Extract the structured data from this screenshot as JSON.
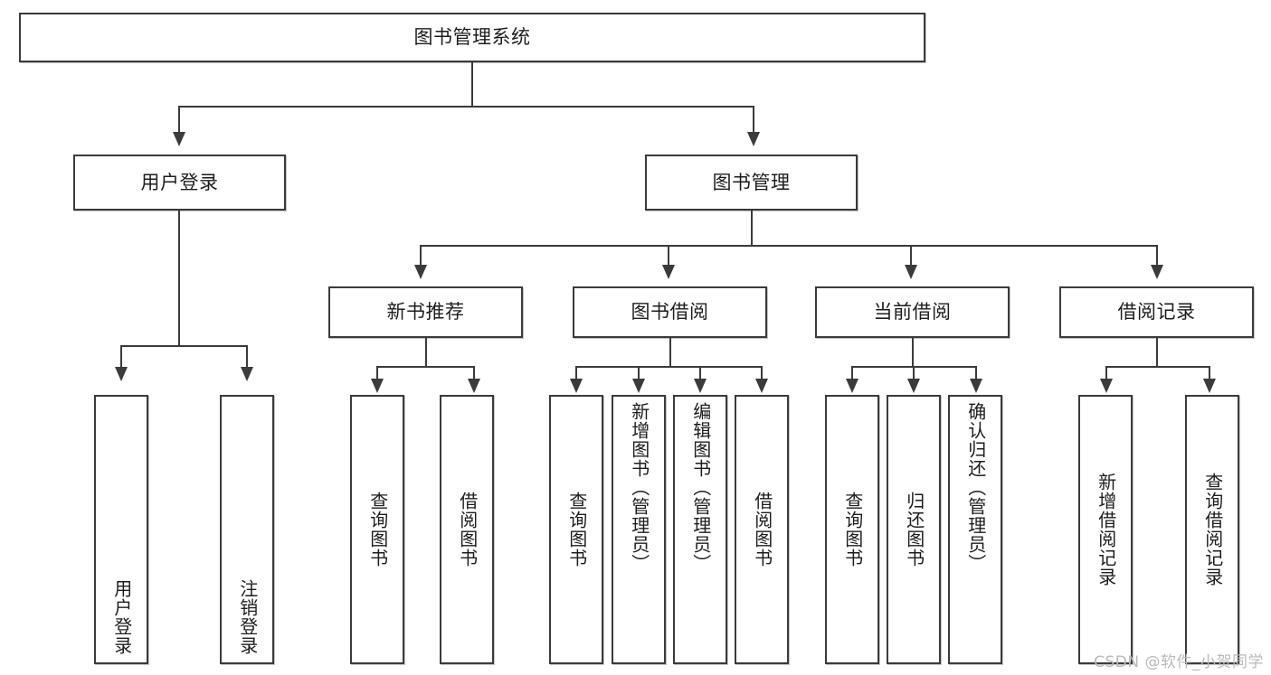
{
  "diagram": {
    "title": "图书管理系统",
    "type": "function-structure-tree",
    "root": {
      "label": "图书管理系统"
    },
    "level2": [
      {
        "label": "用户登录"
      },
      {
        "label": "图书管理"
      }
    ],
    "level3": [
      {
        "label": "新书推荐"
      },
      {
        "label": "图书借阅"
      },
      {
        "label": "当前借阅"
      },
      {
        "label": "借阅记录"
      }
    ],
    "leaves": {
      "user_login": [
        {
          "label": "用户登录"
        },
        {
          "label": "注销登录"
        }
      ],
      "new_book_recommend": [
        {
          "label": "查询图书"
        },
        {
          "label": "借阅图书"
        }
      ],
      "book_borrow": [
        {
          "label": "查询图书"
        },
        {
          "label": "新增图书（管理员）"
        },
        {
          "label": "编辑图书（管理员）"
        },
        {
          "label": "借阅图书"
        }
      ],
      "current_borrow": [
        {
          "label": "查询图书"
        },
        {
          "label": "归还图书"
        },
        {
          "label": "确认归还（管理员）"
        }
      ],
      "borrow_record": [
        {
          "label": "新增借阅记录"
        },
        {
          "label": "查询借阅记录"
        }
      ]
    }
  },
  "watermark": {
    "text": "CSDN @软件_小贺同学"
  },
  "colors": {
    "stroke": "#3b3b3b",
    "fill": "#ffffff",
    "text": "#1d1d1d",
    "watermark": "#b9b9b9"
  }
}
